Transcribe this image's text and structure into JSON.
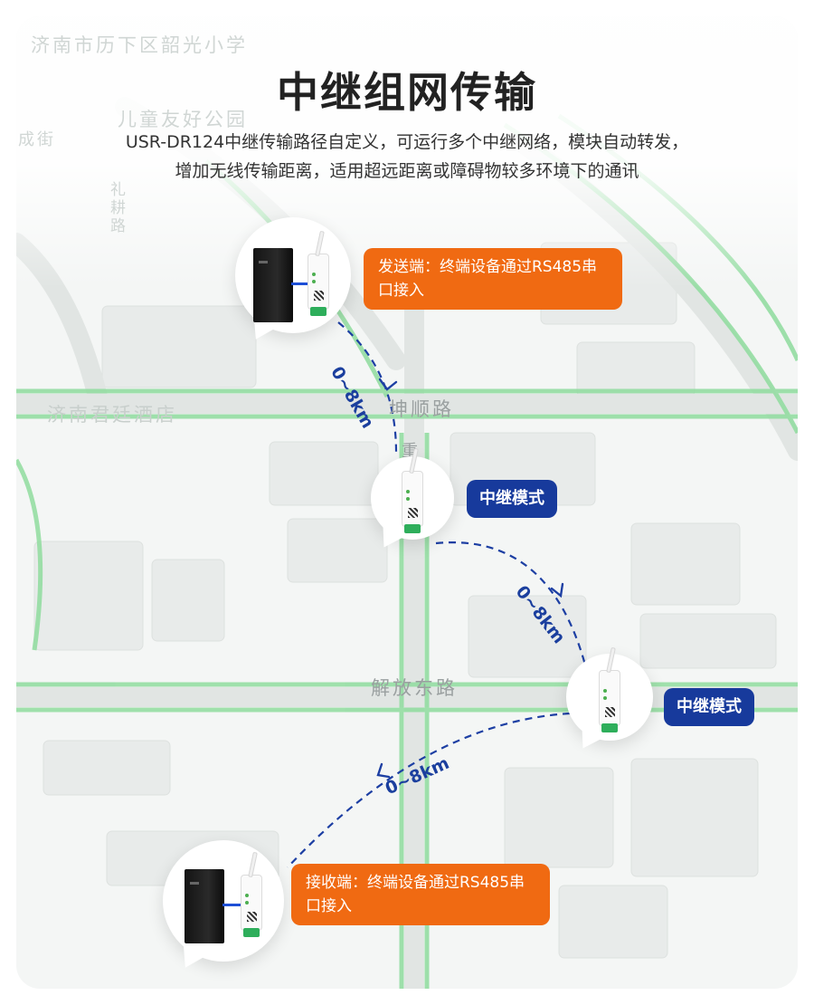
{
  "title": "中继组网传输",
  "subtitle_lines": [
    "USR-DR124中继传输路径自定义，可运行多个中继网络，模块自动转发，",
    "增加无线传输距离，适用超远距离或障碍物较多环境下的通讯"
  ],
  "map_labels": {
    "school": "济南市历下区韶光小学",
    "park": "儿童友好公园",
    "street_chengjie": "成街",
    "street_lishi": "礼耕路",
    "hotel": "济南君廷酒店",
    "street_kunshun": "坤顺路",
    "street_zhong": "重",
    "street_jiefang": "解放东路"
  },
  "nodes": {
    "sender": {
      "label": "发送端：终端设备通过RS485串口接入"
    },
    "relay_1": {
      "label": "中继模式"
    },
    "relay_2": {
      "label": "中继模式"
    },
    "receiver": {
      "label": "接收端：终端设备通过RS485串口接入"
    }
  },
  "links": [
    {
      "distance": "0~8km"
    },
    {
      "distance": "0~8km"
    },
    {
      "distance": "0~8km"
    }
  ],
  "colors": {
    "sender_receiver_label": "#f06a12",
    "relay_label": "#173a9c",
    "link_arrow": "#1d3fa3",
    "road_green": "#8fdc9e"
  }
}
